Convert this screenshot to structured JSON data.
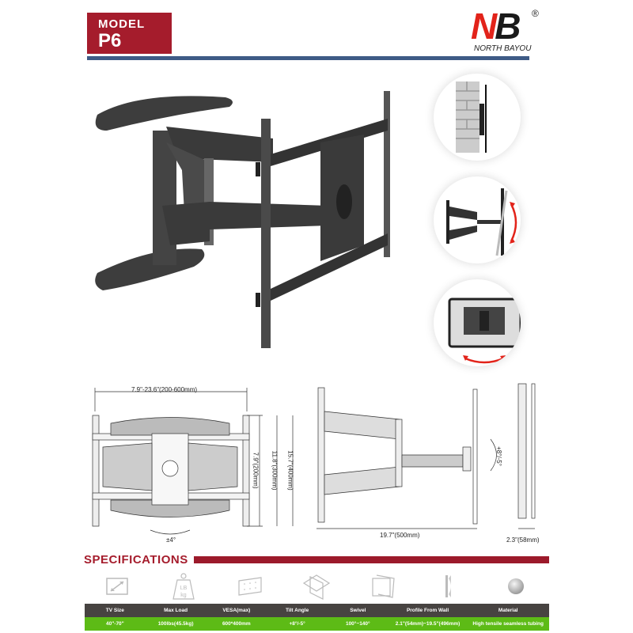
{
  "header": {
    "model_label": "MODEL",
    "model_value": "P6",
    "brand_logo_text": "NB",
    "brand_logo_n": "N",
    "brand_logo_b": "B",
    "registered_mark": "®",
    "brand_name": "NORTH BAYOU",
    "colors": {
      "model_box": "#a51c2c",
      "rule": "#3e5b86",
      "logo_red": "#e2231a"
    }
  },
  "product_image": {
    "description": "full-motion dual-arm TV wall mount bracket, black"
  },
  "features": [
    {
      "name": "wall-flush-fold",
      "description": "bracket folded flat against brick wall"
    },
    {
      "name": "tilt",
      "description": "tilt motion with red curved arrow"
    },
    {
      "name": "swivel",
      "description": "swivel/rotation with red curved arrow under TV"
    }
  ],
  "drawings": {
    "front_view": {
      "width_label": "7.9\"-23.6\"(200-600mm)",
      "height_labels": [
        "7.9\"(200mm)",
        "11.8\"(300mm)",
        "15.7\"(400mm)"
      ],
      "rotation_label": "±4°"
    },
    "side_view": {
      "extension_label": "19.7\"(500mm)",
      "tilt_label": "+8°/-5°"
    },
    "profile_view": {
      "depth_label": "2.3\"(58mm)"
    }
  },
  "specifications": {
    "title": "SPECIFICATIONS",
    "icons": [
      "tv-size-icon",
      "weight-icon",
      "vesa-icon",
      "tilt-icon",
      "swivel-icon",
      "profile-icon",
      "material-icon"
    ],
    "weight_icon_text": [
      "LB",
      "kg"
    ],
    "headers": [
      "TV Size",
      "Max Load",
      "VESA(max)",
      "Tilt Angle",
      "Swivel",
      "Profile From Wall",
      "Material"
    ],
    "values": [
      "40\"-70\"",
      "100lbs(45.5kg)",
      "600*400mm",
      "+8°/-5°",
      "100°~140°",
      "2.1\"(54mm)~19.5\"(496mm)",
      "High tensile seamless tubing"
    ],
    "colors": {
      "title": "#a51c2c",
      "header_row": "#474341",
      "value_row": "#5dbb16"
    }
  }
}
